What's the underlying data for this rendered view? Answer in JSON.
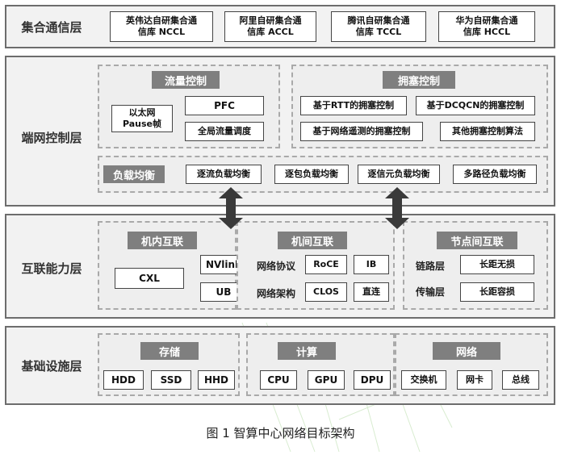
{
  "layers": {
    "comm": {
      "title": "集合通信层",
      "libs": [
        {
          "line1": "英伟达自研集合通",
          "line2": "信库 NCCL"
        },
        {
          "line1": "阿里自研集合通",
          "line2": "信库 ACCL"
        },
        {
          "line1": "腾讯自研集合通",
          "line2": "信库 TCCL"
        },
        {
          "line1": "华为自研集合通",
          "line2": "信库 HCCL"
        }
      ]
    },
    "endnet": {
      "title": "端网控制层",
      "flow": {
        "title": "流量控制",
        "ethernet_line1": "以太网",
        "ethernet_line2": "Pause帧",
        "pfc": "PFC",
        "global": "全局流量调度"
      },
      "congestion": {
        "title": "拥塞控制",
        "rtt": "基于RTT的拥塞控制",
        "dcqcn": "基于DCQCN的拥塞控制",
        "telemetry": "基于网络遥测的拥塞控制",
        "other": "其他拥塞控制算法"
      },
      "lb": {
        "title": "负载均衡",
        "items": [
          "逐流负载均衡",
          "逐包负载均衡",
          "逐信元负载均衡",
          "多路径负载均衡"
        ]
      }
    },
    "interconnect": {
      "title": "互联能力层",
      "intra": {
        "title": "机内互联",
        "cxl": "CXL",
        "nvlink": "NVlink",
        "ub": "UB"
      },
      "inter": {
        "title": "机间互联",
        "protocol_label": "网络协议",
        "roce": "RoCE",
        "ib": "IB",
        "arch_label": "网络架构",
        "clos": "CLOS",
        "direct": "直连"
      },
      "node": {
        "title": "节点间互联",
        "link_label": "链路层",
        "lossless": "长距无损",
        "transport_label": "传输层",
        "tolerant": "长距容损"
      }
    },
    "infra": {
      "title": "基础设施层",
      "storage": {
        "title": "存储",
        "items": [
          "HDD",
          "SSD",
          "HHD"
        ]
      },
      "compute": {
        "title": "计算",
        "items": [
          "CPU",
          "GPU",
          "DPU"
        ]
      },
      "network": {
        "title": "网络",
        "items": [
          "交换机",
          "网卡",
          "总线"
        ]
      }
    }
  },
  "caption": "图 1 智算中心网络目标架构",
  "colors": {
    "layer_border": "#6d6d6d",
    "header_fill": "#7f7f7f",
    "arrow": "#3a3a3a"
  }
}
